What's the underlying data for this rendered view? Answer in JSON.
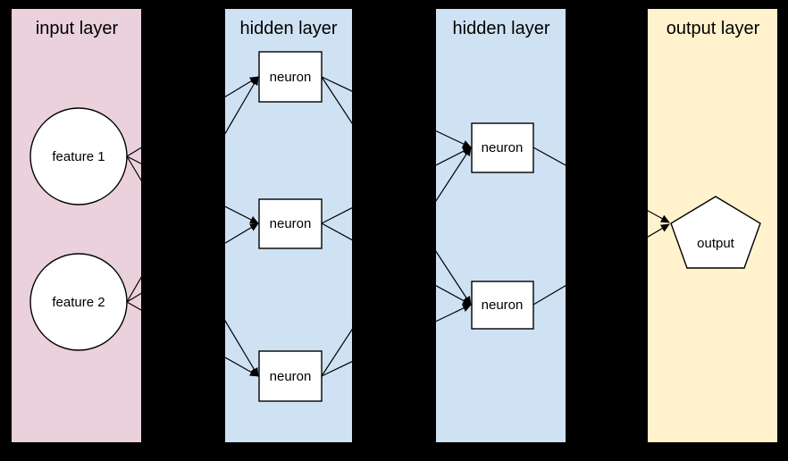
{
  "background_color": "#000000",
  "node_fill": "#ffffff",
  "edge_color": "#000000",
  "layers": [
    {
      "name": "input layer",
      "color": "#ead1dc",
      "nodes": [
        {
          "shape": "circle",
          "label": "feature 1"
        },
        {
          "shape": "circle",
          "label": "feature 2"
        }
      ]
    },
    {
      "name": "hidden layer",
      "color": "#cfe2f3",
      "nodes": [
        {
          "shape": "rectangle",
          "label": "neuron"
        },
        {
          "shape": "rectangle",
          "label": "neuron"
        },
        {
          "shape": "rectangle",
          "label": "neuron"
        }
      ]
    },
    {
      "name": "hidden layer",
      "color": "#cfe2f3",
      "nodes": [
        {
          "shape": "rectangle",
          "label": "neuron"
        },
        {
          "shape": "rectangle",
          "label": "neuron"
        }
      ]
    },
    {
      "name": "output layer",
      "color": "#fff2cc",
      "nodes": [
        {
          "shape": "pentagon",
          "label": "output"
        }
      ]
    }
  ],
  "connections": [
    {
      "from": "input.feature-1",
      "to": "hidden1.neuron-1"
    },
    {
      "from": "input.feature-1",
      "to": "hidden1.neuron-2"
    },
    {
      "from": "input.feature-1",
      "to": "hidden1.neuron-3"
    },
    {
      "from": "input.feature-2",
      "to": "hidden1.neuron-1"
    },
    {
      "from": "input.feature-2",
      "to": "hidden1.neuron-2"
    },
    {
      "from": "input.feature-2",
      "to": "hidden1.neuron-3"
    },
    {
      "from": "hidden1.neuron-1",
      "to": "hidden2.neuron-1"
    },
    {
      "from": "hidden1.neuron-1",
      "to": "hidden2.neuron-2"
    },
    {
      "from": "hidden1.neuron-2",
      "to": "hidden2.neuron-1"
    },
    {
      "from": "hidden1.neuron-2",
      "to": "hidden2.neuron-2"
    },
    {
      "from": "hidden1.neuron-3",
      "to": "hidden2.neuron-1"
    },
    {
      "from": "hidden1.neuron-3",
      "to": "hidden2.neuron-2"
    },
    {
      "from": "hidden2.neuron-1",
      "to": "output.output"
    },
    {
      "from": "hidden2.neuron-2",
      "to": "output.output"
    }
  ]
}
